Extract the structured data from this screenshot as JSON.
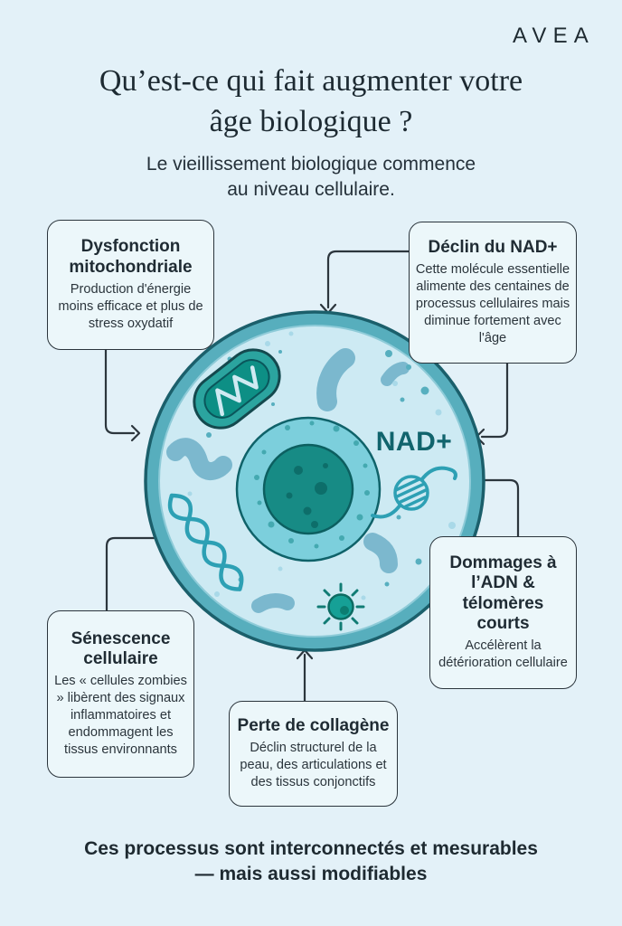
{
  "brand": {
    "logo": "AVEA"
  },
  "header": {
    "title_line1": "Qu’est-ce qui fait augmenter votre",
    "title_line2": "âge biologique ?",
    "subtitle_line1": "Le vieillissement biologique commence",
    "subtitle_line2": "au niveau cellulaire."
  },
  "cell": {
    "nad_label": "NAD+"
  },
  "callouts": [
    {
      "id": "mitochondrial-dysfunction",
      "title": "Dysfonction mitochondriale",
      "body": "Production d'énergie moins efficace et plus de stress oxydatif"
    },
    {
      "id": "nad-decline",
      "title": "Déclin du NAD+",
      "body": "Cette molécule essentielle alimente des centaines de processus cellulaires mais diminue fortement avec l'âge"
    },
    {
      "id": "dna-damage",
      "title": "Dommages à l’ADN & télomères courts",
      "body": "Accélèrent la détérioration cellulaire"
    },
    {
      "id": "cellular-senescence",
      "title": "Sénescence cellulaire",
      "body": "Les « cellules zombies » libèrent des signaux inflammatoires et endommagent les tissus environnants"
    },
    {
      "id": "collagen-loss",
      "title": "Perte de collagène",
      "body": "Déclin structurel de la peau, des articulations et des tissus conjonctifs"
    }
  ],
  "footer": {
    "line1": "Ces processus sont interconnectés et mesurables",
    "line2": "— mais aussi modifiables"
  },
  "colors": {
    "background": "#e3f1f8",
    "box_background": "#ecf7fa",
    "box_border": "#2b353c",
    "text_dark": "#1f2b33",
    "membrane_band": "#57aebd",
    "membrane_outline": "#1b5f6b",
    "cytoplasm": "#cdeaf3",
    "nucleus": "#7ccfdc",
    "nucleolus": "#178b85",
    "organelle_teal": "#2ba49f",
    "strand_teal": "#2da0b4",
    "blob_blue": "#73b3ca",
    "nad_text": "#11646d",
    "connector": "#2c363d"
  }
}
